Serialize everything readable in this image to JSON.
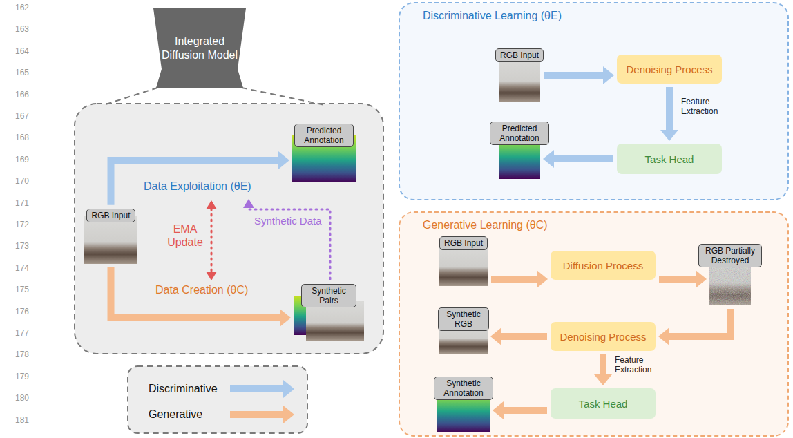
{
  "diagram": {
    "nodes": [
      {
        "text": [
          "Integrated Diffusion Model"
        ]
      },
      {
        "text": [
          "RGB Input"
        ]
      },
      {
        "text": [
          "Predicted Annotation"
        ]
      },
      {
        "text": [
          "Synthetic Pairs"
        ]
      },
      {
        "text": [
          "Discriminative Learning (θE)"
        ]
      },
      {
        "text": [
          "RGB Input"
        ],
        "in": 4
      },
      {
        "text": [
          "Denoising Process"
        ],
        "in": 4
      },
      {
        "text": [
          "Task Head"
        ],
        "in": 4
      },
      {
        "text": [
          "Predicted Annotation"
        ],
        "in": 4
      },
      {
        "text": [
          "Generative Learning (θC)"
        ]
      },
      {
        "text": [
          "RGB Input"
        ],
        "in": 9
      },
      {
        "text": [
          "Diffusion Process"
        ],
        "in": 9
      },
      {
        "text": [
          "RGB Partially Destroyed"
        ],
        "in": 9
      },
      {
        "text": [
          "Denoising Process"
        ],
        "in": 9
      },
      {
        "text": [
          "Synthetic RGB"
        ],
        "in": 9
      },
      {
        "text": [
          "Task Head"
        ],
        "in": 9
      },
      {
        "text": [
          "Synthetic Annotation"
        ],
        "in": 9
      }
    ],
    "edges": [
      {
        "from": 1,
        "to": 2,
        "arrow": "to",
        "label": "Data Exploitation (θE)"
      },
      {
        "from": 1,
        "to": 3,
        "arrow": "to",
        "label": "Data Creation (θC)"
      },
      {
        "from": 5,
        "to": 6,
        "arrow": "to"
      },
      {
        "from": 6,
        "to": 7,
        "arrow": "to",
        "label": "Feature Extraction"
      },
      {
        "from": 7,
        "to": 8,
        "arrow": "to"
      },
      {
        "from": 10,
        "to": 11,
        "arrow": "to"
      },
      {
        "from": 11,
        "to": 12,
        "arrow": "to"
      },
      {
        "from": 12,
        "to": 13,
        "arrow": "to"
      },
      {
        "from": 13,
        "to": 14,
        "arrow": "to"
      },
      {
        "from": 13,
        "to": 15,
        "arrow": "to",
        "label": "Feature Extraction"
      },
      {
        "from": 15,
        "to": 16,
        "arrow": "to"
      }
    ],
    "labels": [
      "162",
      "163",
      "164",
      "165",
      "166",
      "167",
      "168",
      "169",
      "170",
      "171",
      "172",
      "173",
      "174",
      "175",
      "176",
      "177",
      "178",
      "179",
      "180",
      "181",
      "EMA Update",
      "Synthetic Data"
    ],
    "legend": [
      {
        "text": "Discriminative"
      },
      {
        "text": "Generative"
      }
    ]
  }
}
